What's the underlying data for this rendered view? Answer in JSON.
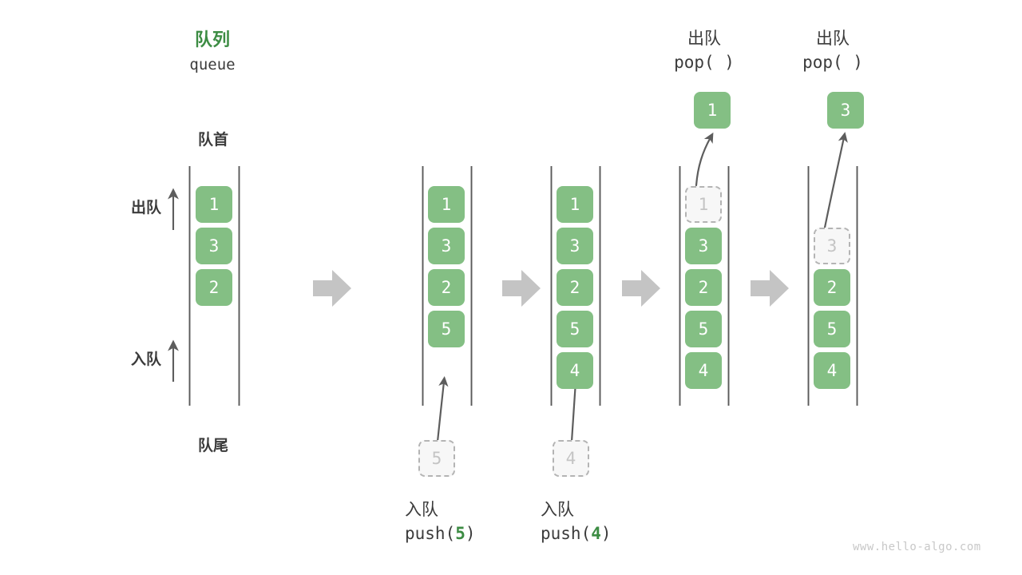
{
  "meta": {
    "watermark": "www.hello-algo.com",
    "accent_green": "#3c8c43",
    "node_green": "#84bf84",
    "ghost_fill": "#f7f7f7",
    "ghost_border": "#b4b4b4",
    "rail_color": "#5a5a5a",
    "arrow_gray": "#c4c4c4",
    "text_dark": "#3b3b3b"
  },
  "header": {
    "title_cn": "队列",
    "title_en": "queue"
  },
  "side_labels": {
    "front": "队首",
    "rear": "队尾",
    "dequeue": "出队",
    "enqueue": "入队"
  },
  "operations": {
    "push_cn": "入队",
    "pop_cn": "出队",
    "push5_pre": "push(",
    "push5_val": "5",
    "push5_post": ")",
    "push4_pre": "push(",
    "push4_val": "4",
    "push4_post": ")",
    "pop_code": "pop( )"
  },
  "columns": [
    {
      "id": "initial",
      "caption_cn": "",
      "caption_code": "",
      "slots": [
        {
          "value": "1",
          "state": "filled"
        },
        {
          "value": "3",
          "state": "filled"
        },
        {
          "value": "2",
          "state": "filled"
        },
        {
          "value": "",
          "state": "empty"
        },
        {
          "value": "",
          "state": "empty"
        }
      ]
    },
    {
      "id": "after-push-5",
      "caption_cn": "入队",
      "caption_code": "push(5)",
      "incoming": "5",
      "slots": [
        {
          "value": "1",
          "state": "filled"
        },
        {
          "value": "3",
          "state": "filled"
        },
        {
          "value": "2",
          "state": "filled"
        },
        {
          "value": "5",
          "state": "filled"
        },
        {
          "value": "",
          "state": "empty"
        }
      ]
    },
    {
      "id": "after-push-4",
      "caption_cn": "入队",
      "caption_code": "push(4)",
      "incoming": "4",
      "slots": [
        {
          "value": "1",
          "state": "filled"
        },
        {
          "value": "3",
          "state": "filled"
        },
        {
          "value": "2",
          "state": "filled"
        },
        {
          "value": "5",
          "state": "filled"
        },
        {
          "value": "4",
          "state": "filled"
        }
      ]
    },
    {
      "id": "after-pop-1",
      "caption_cn": "出队",
      "caption_code": "pop( )",
      "popped": "1",
      "slots": [
        {
          "value": "1",
          "state": "ghost"
        },
        {
          "value": "3",
          "state": "filled"
        },
        {
          "value": "2",
          "state": "filled"
        },
        {
          "value": "5",
          "state": "filled"
        },
        {
          "value": "4",
          "state": "filled"
        }
      ]
    },
    {
      "id": "after-pop-3",
      "caption_cn": "出队",
      "caption_code": "pop( )",
      "popped": "3",
      "slots": [
        {
          "value": "",
          "state": "empty"
        },
        {
          "value": "3",
          "state": "ghost"
        },
        {
          "value": "2",
          "state": "filled"
        },
        {
          "value": "5",
          "state": "filled"
        },
        {
          "value": "4",
          "state": "filled"
        }
      ]
    }
  ]
}
